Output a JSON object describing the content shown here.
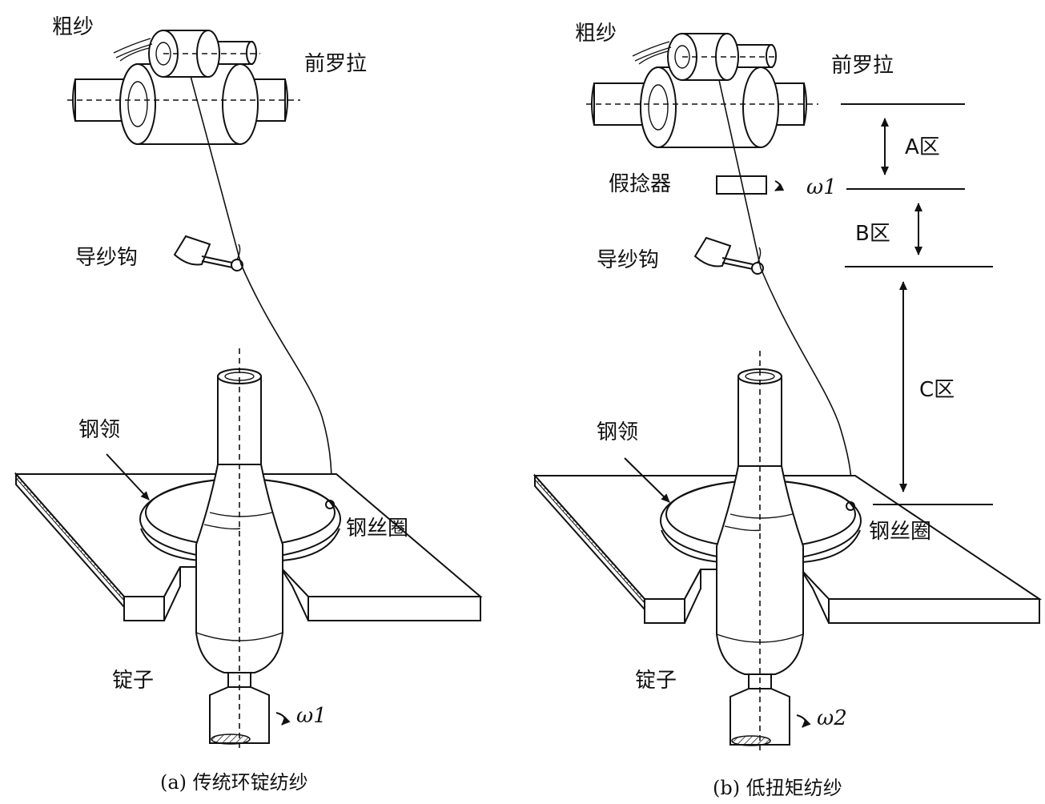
{
  "panel_a": {
    "caption": "(a) 传统环锭纺纱",
    "roving": "粗纱",
    "front_roller": "前罗拉",
    "guide_hook": "导纱钩",
    "ring": "钢领",
    "traveler": "钢丝圈",
    "spindle": "锭子",
    "omega": "ω1"
  },
  "panel_b": {
    "caption": "(b) 低扭矩纺纱",
    "roving": "粗纱",
    "front_roller": "前罗拉",
    "false_twister": "假捻器",
    "false_twister_omega": "ω1",
    "guide_hook": "导纱钩",
    "ring": "钢领",
    "traveler": "钢丝圈",
    "spindle": "锭子",
    "omega": "ω2",
    "zones": [
      "A区",
      "B区",
      "C区"
    ]
  }
}
